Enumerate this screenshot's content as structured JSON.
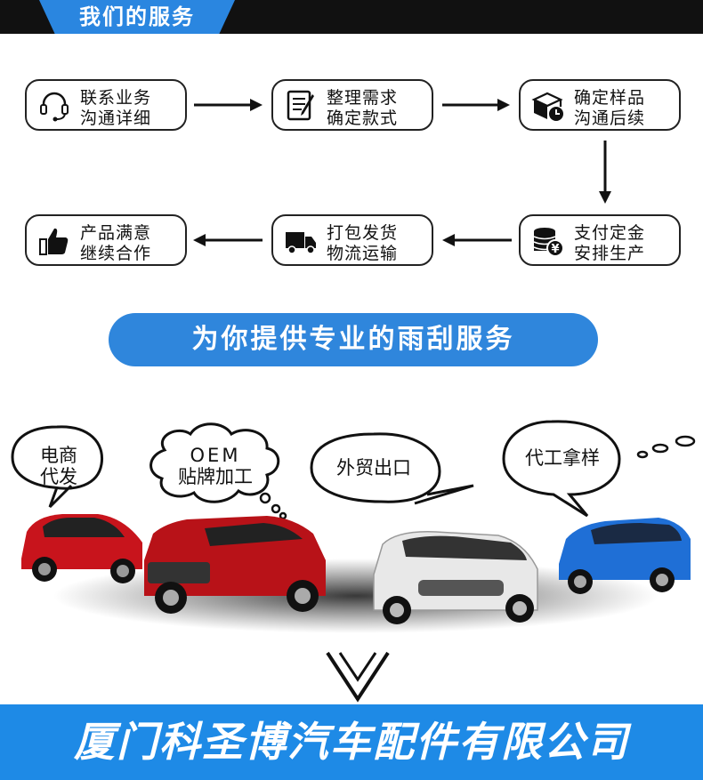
{
  "header": {
    "title": "我们的服务"
  },
  "steps": [
    {
      "line1": "联系业务",
      "line2": "沟通详细",
      "icon": "headset-icon"
    },
    {
      "line1": "整理需求",
      "line2": "确定款式",
      "icon": "document-edit-icon"
    },
    {
      "line1": "确定样品",
      "line2": "沟通后续",
      "icon": "box-clock-icon"
    },
    {
      "line1": "支付定金",
      "line2": "安排生产",
      "icon": "coins-yen-icon"
    },
    {
      "line1": "打包发货",
      "line2": "物流运输",
      "icon": "truck-icon"
    },
    {
      "line1": "产品满意",
      "line2": "继续合作",
      "icon": "thumbs-up-icon"
    }
  ],
  "banner": {
    "text": "为你提供专业的雨刮服务"
  },
  "bubbles": [
    {
      "line1": "电商",
      "line2": "代发"
    },
    {
      "line1": "OEM",
      "line2": "贴牌加工"
    },
    {
      "line1": "外贸出口"
    },
    {
      "line1": "代工拿样"
    }
  ],
  "cars": [
    {
      "name": "red-sedan",
      "color": "#c8141c"
    },
    {
      "name": "red-suv",
      "color": "#b81218"
    },
    {
      "name": "white-sedan",
      "color": "#e8e8e8"
    },
    {
      "name": "blue-hatchback",
      "color": "#1f6fd6"
    }
  ],
  "footer": {
    "company": "厦门科圣博汽车配件有限公司"
  },
  "colors": {
    "accent": "#2f86dc",
    "footer": "#1e8ae6",
    "header_bg": "#111111"
  }
}
